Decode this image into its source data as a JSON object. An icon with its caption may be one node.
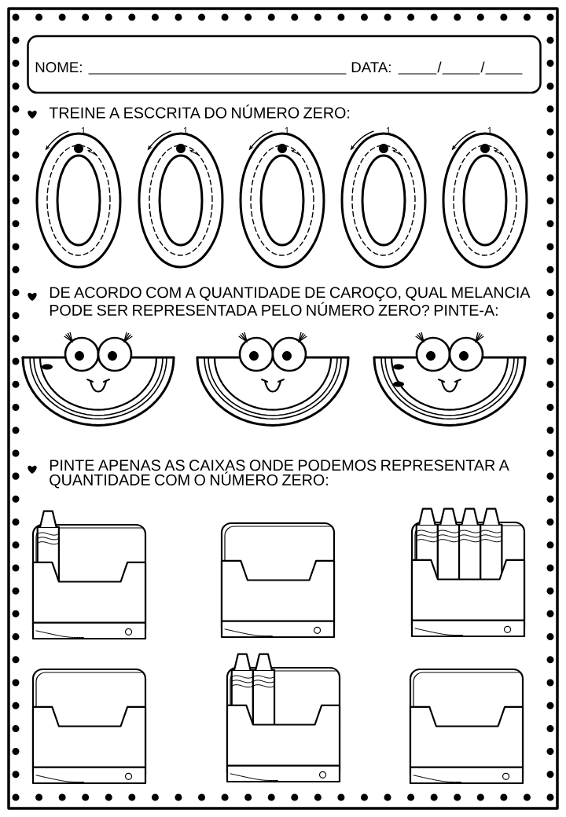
{
  "diagram": {
    "nodes": [
      {
        "text": [
          "NOME:",
          "DATA:",
          "/",
          "/"
        ]
      }
    ],
    "labels": [
      "TREINE A ESCCRITA DO NÚMERO ZERO:",
      "1",
      "1",
      "1",
      "1",
      "1",
      "DE ACORDO COM A QUANTIDADE DE CAROÇO, QUAL MELANCIA PODE SER REPRESENTADA PELO NÚMERO ZERO? PINTE-A:",
      "PINTE APENAS AS CAIXAS ONDE PODEMOS REPRESENTAR A QUANTIDADE COM O NÚMERO ZERO:"
    ]
  }
}
